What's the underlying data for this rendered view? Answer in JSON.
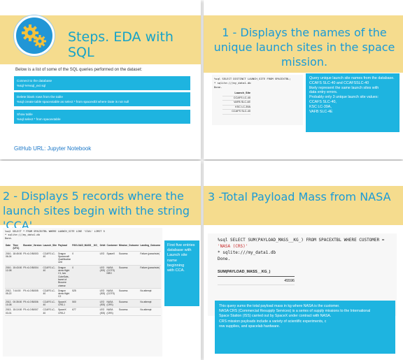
{
  "panel1": {
    "title": "Steps. EDA with SQL",
    "intro": "Below is a list of some of the SQL queries performed on the dataset:",
    "boxes": [
      {
        "lines": [
          "Connect to the database",
          "%sql %%sql_ext sql"
        ]
      },
      {
        "lines": [
          "Delete blank rows from the table",
          "%sql create table spacextable as select * from spacextbl where Date is not null"
        ]
      },
      {
        "lines": [
          "Show table",
          "%sql select * from spacextable"
        ]
      }
    ],
    "footer": "GitHub URL:  Jupyter Notebook"
  },
  "panel2": {
    "title": "1 - Displays the names of the unique launch sites in the space mission.",
    "code_query": "%sql  SELECT DISTINCT LAUNCH_SITE  FROM SPACEXTBL;",
    "code_conn": " * sqlite:///my_data1.db",
    "code_done": "Done.",
    "table_header": "Launch_Site",
    "sites": [
      "CCAFS LC-40",
      "VAFB SLC-4E",
      "KSC LC-39A",
      "CCAFS SLC-40"
    ],
    "note_lines": [
      "Query unique launch site names from the database.",
      "CCAFS SLC-40 and CCAFSSLC-40",
      "likely represent the same launch sites with",
      "data entry errors.",
      "Probably only 3 unique launch site values:",
      "CCAFS SLC-40,",
      "KSC LC-39A,",
      "VAFB SLC-4E"
    ]
  },
  "panel3": {
    "title": "2 - Displays 5 records where the launch sites begin with the string 'CCA'.",
    "code_query": "%sql SELECT * FROM SPACEXTBL WHERE LAUNCH_SITE LIKE 'CCA%' LIMIT 5",
    "code_conn": " * sqlite:///my_data1.db",
    "code_done": "Done.",
    "columns": [
      "Date",
      "Time (UTC)",
      "Booster_Version",
      "Launch_Site",
      "Payload",
      "PAYLOAD_MASS__KG_",
      "Orbit",
      "Customer",
      "Mission_Outcome",
      "Landing_Outcome"
    ],
    "rows": [
      [
        "2010-06-04",
        "18:45:00",
        "F9 v1.0 B0003",
        "CCAFS LC-40",
        "Dragon Spacecraft Qualification Unit",
        "0",
        "LEO",
        "SpaceX",
        "Success",
        "Failure (parachute)"
      ],
      [
        "2010-12-08",
        "15:43:00",
        "F9 v1.0 B0004",
        "CCAFS LC-40",
        "Dragon demo flight C1, two CubeSats, barrel of Brouere cheese",
        "0",
        "LEO (ISS)",
        "NASA (COTS) NRO",
        "Success",
        "Failure (parachute)"
      ],
      [
        "2012-05-22",
        "7:44:00",
        "F9 v1.0 B0005",
        "CCAFS LC-40",
        "Dragon demo flight C2",
        "525",
        "LEO (ISS)",
        "NASA (COTS)",
        "Success",
        "No attempt"
      ],
      [
        "2012-10-08",
        "00:35:00",
        "F9 v1.0 B0006",
        "CCAFS LC-40",
        "SpaceX CRS-1",
        "500",
        "LEO (ISS)",
        "NASA (CRS)",
        "Success",
        "No attempt"
      ],
      [
        "2013-03-01",
        "15:10:00",
        "F9 v1.0 B0007",
        "CCAFS LC-40",
        "SpaceX CRS-2",
        "677",
        "LEO (ISS)",
        "NASA (CRS)",
        "Success",
        "No attempt"
      ]
    ],
    "note_lines": [
      "First five entries",
      "database with",
      "Launch site",
      "name",
      "beginning",
      "with CCA."
    ]
  },
  "panel4": {
    "title": "3 -Total Payload Mass from NASA",
    "code_query_prefix": "%sql SELECT SUM(PAYLOAD_MASS__KG_) FROM SPACEXTBL WHERE CUSTOMER = ",
    "code_query_value": "'NASA (CRS)'",
    "code_conn": " * sqlite:///my_data1.db",
    "code_done": "Done.",
    "result_header": "SUM(PAYLOAD_MASS__KG_)",
    "result_value": "45596",
    "note_lines": [
      "This query sums the total payload mass in kg where NASA is the customer.",
      "NASA CRS (Commercial Resupply Services) is a series of supply missions to the International",
      "Space Station (ISS) carried out by SpaceX under contract with NASA.",
      "CRS mission payloads include a variety of scientific experiments, c",
      "rew supplies, and spacelab hardware."
    ]
  },
  "colors": {
    "band": "#f5dc8e",
    "accent": "#1eb4e0",
    "title": "#1a9bd7"
  }
}
